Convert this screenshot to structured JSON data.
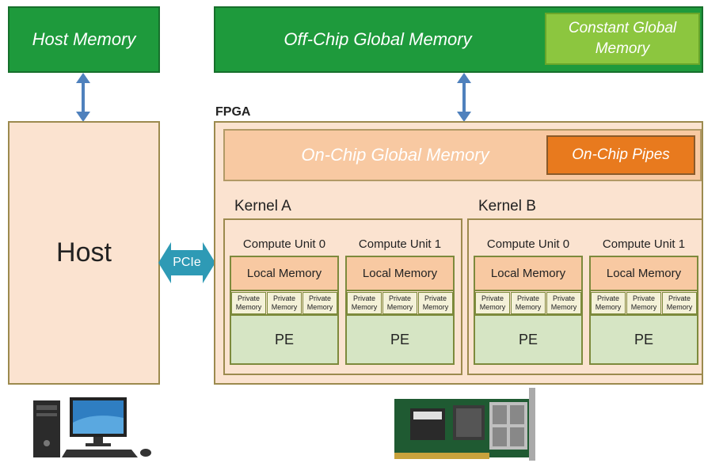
{
  "host_memory": "Host Memory",
  "offchip_global_memory": "Off-Chip Global Memory",
  "constant_global_memory": "Constant Global Memory",
  "fpga_label": "FPGA",
  "onchip_global_memory": "On-Chip Global Memory",
  "onchip_pipes": "On-Chip Pipes",
  "host": "Host",
  "pcie": "PCIe",
  "kernel_a": "Kernel A",
  "kernel_b": "Kernel B",
  "compute_unit_0": "Compute Unit 0",
  "compute_unit_1": "Compute Unit 1",
  "local_memory": "Local  Memory",
  "private_memory": "Private Memory",
  "pe": "PE",
  "colors": {
    "green": "#1e9a3c",
    "light_green": "#8cc63f",
    "peach": "#fbe3d0",
    "orange": "#e87a1e",
    "arrow_blue": "#4f81bd",
    "pcie_teal": "#2e9ab5"
  },
  "icons": [
    "desktop-computer-icon",
    "fpga-board-icon"
  ]
}
